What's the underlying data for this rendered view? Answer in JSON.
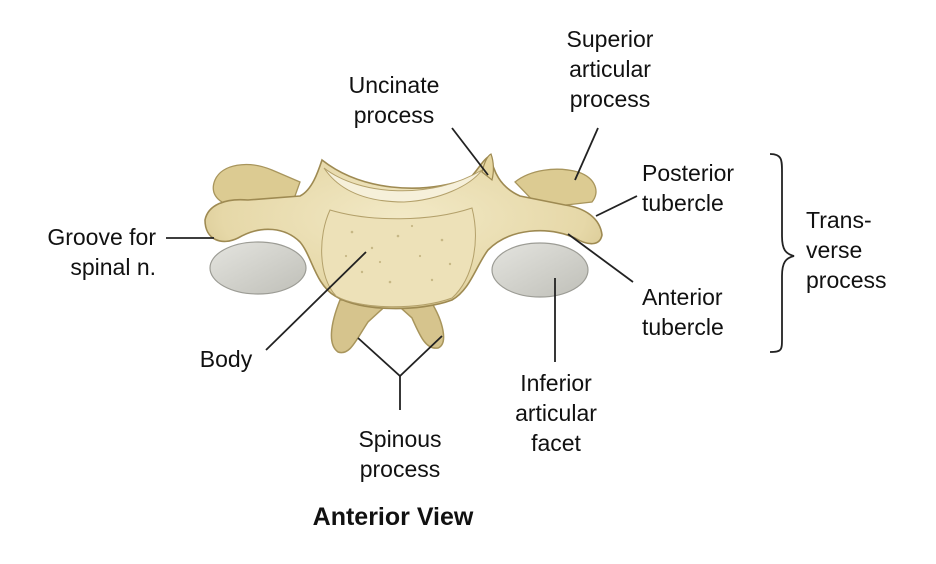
{
  "view_title": "Anterior View",
  "labels": {
    "uncinate_process": [
      "Uncinate",
      "process"
    ],
    "superior_articular_process": [
      "Superior",
      "articular",
      "process"
    ],
    "posterior_tubercle": [
      "Posterior",
      "tubercle"
    ],
    "transverse_process": [
      "Trans-",
      "verse",
      "process"
    ],
    "anterior_tubercle": [
      "Anterior",
      "tubercle"
    ],
    "groove_for_spinal_n": [
      "Groove for",
      "spinal n."
    ],
    "body": [
      "Body"
    ],
    "spinous_process": [
      "Spinous",
      "process"
    ],
    "inferior_articular_facet": [
      "Inferior",
      "articular",
      "facet"
    ]
  },
  "colors": {
    "bone": "#e8dcb0",
    "bone_shadow": "#c9b87e",
    "facet": "#d9d9d4",
    "leader": "#222222"
  }
}
